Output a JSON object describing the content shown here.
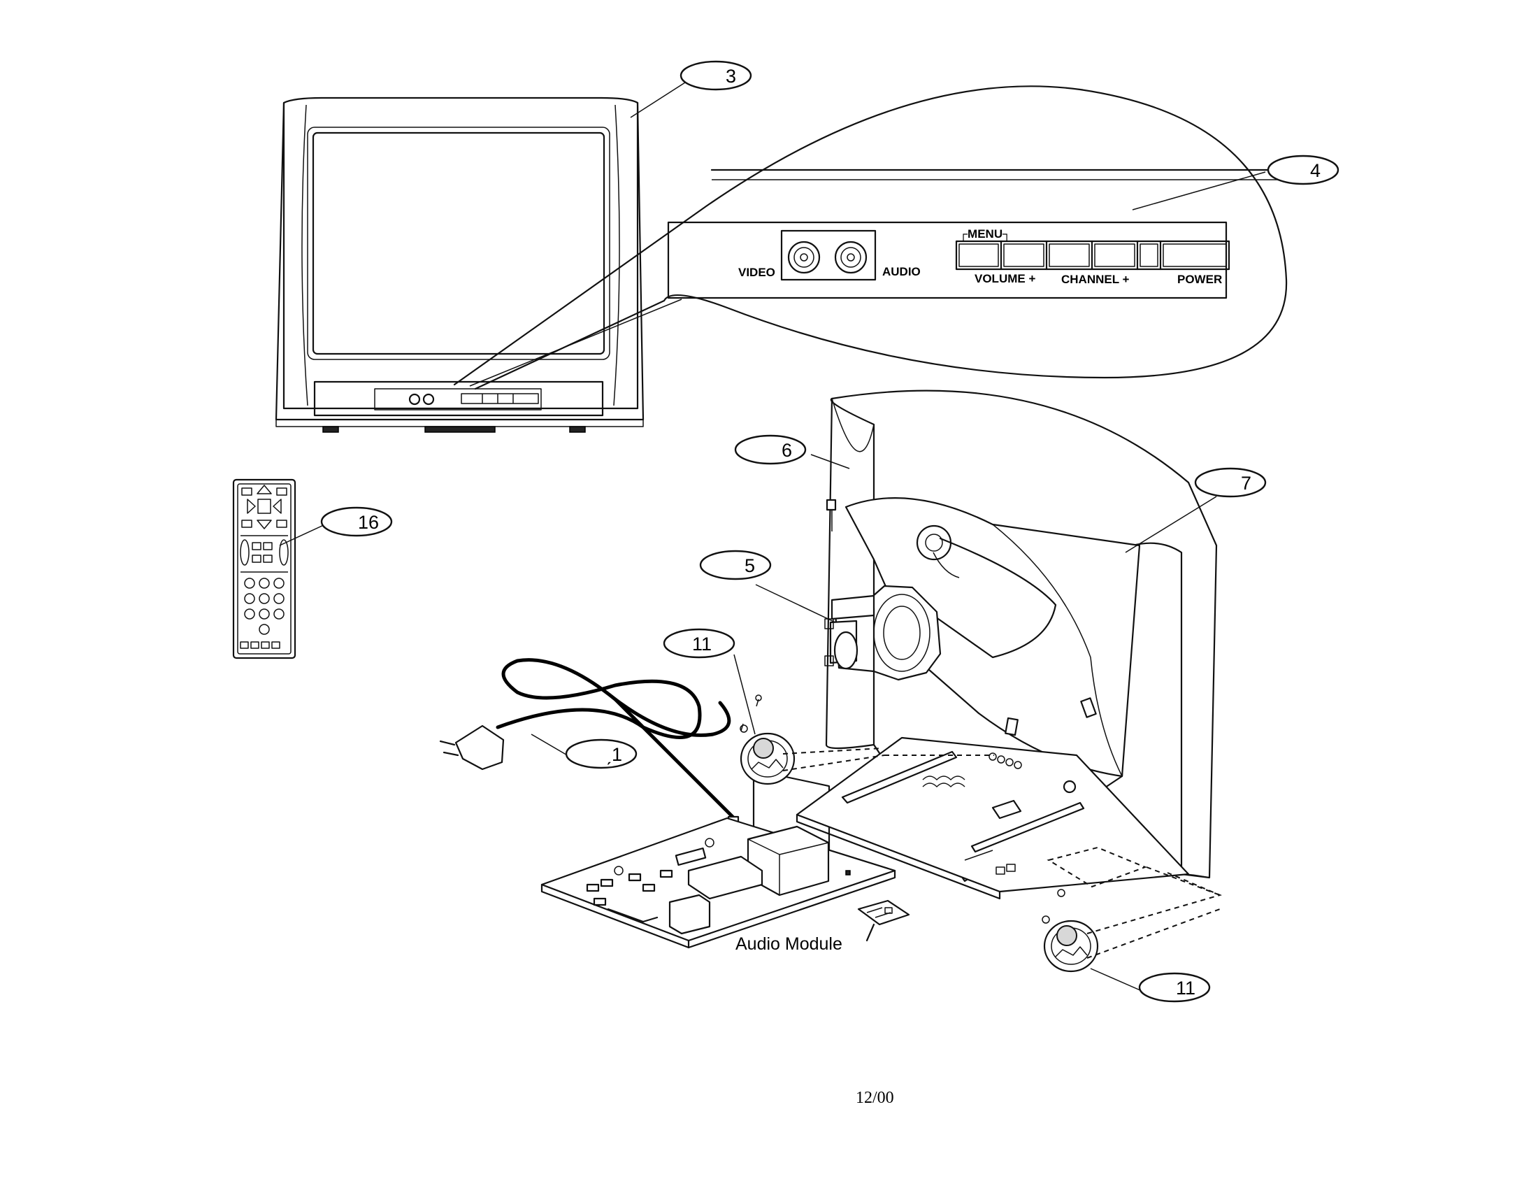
{
  "diagram": {
    "callouts": [
      {
        "id": "3",
        "label": "3"
      },
      {
        "id": "4",
        "label": "4"
      },
      {
        "id": "5",
        "label": "5"
      },
      {
        "id": "6",
        "label": "6"
      },
      {
        "id": "7",
        "label": "7"
      },
      {
        "id": "11a",
        "label": "11"
      },
      {
        "id": "11b",
        "label": "11"
      },
      {
        "id": "16",
        "label": "16"
      },
      {
        "id": "cord",
        "label": "ˏ1"
      }
    ],
    "control_panel": {
      "menu_label": "┌MENU┐",
      "video_label": "VIDEO",
      "audio_label": "AUDIO",
      "volume_label": "VOLUME +",
      "channel_label": "CHANNEL +",
      "power_label": "POWER"
    },
    "audio_module_label": "Audio Module",
    "footer_date": "12/00"
  }
}
